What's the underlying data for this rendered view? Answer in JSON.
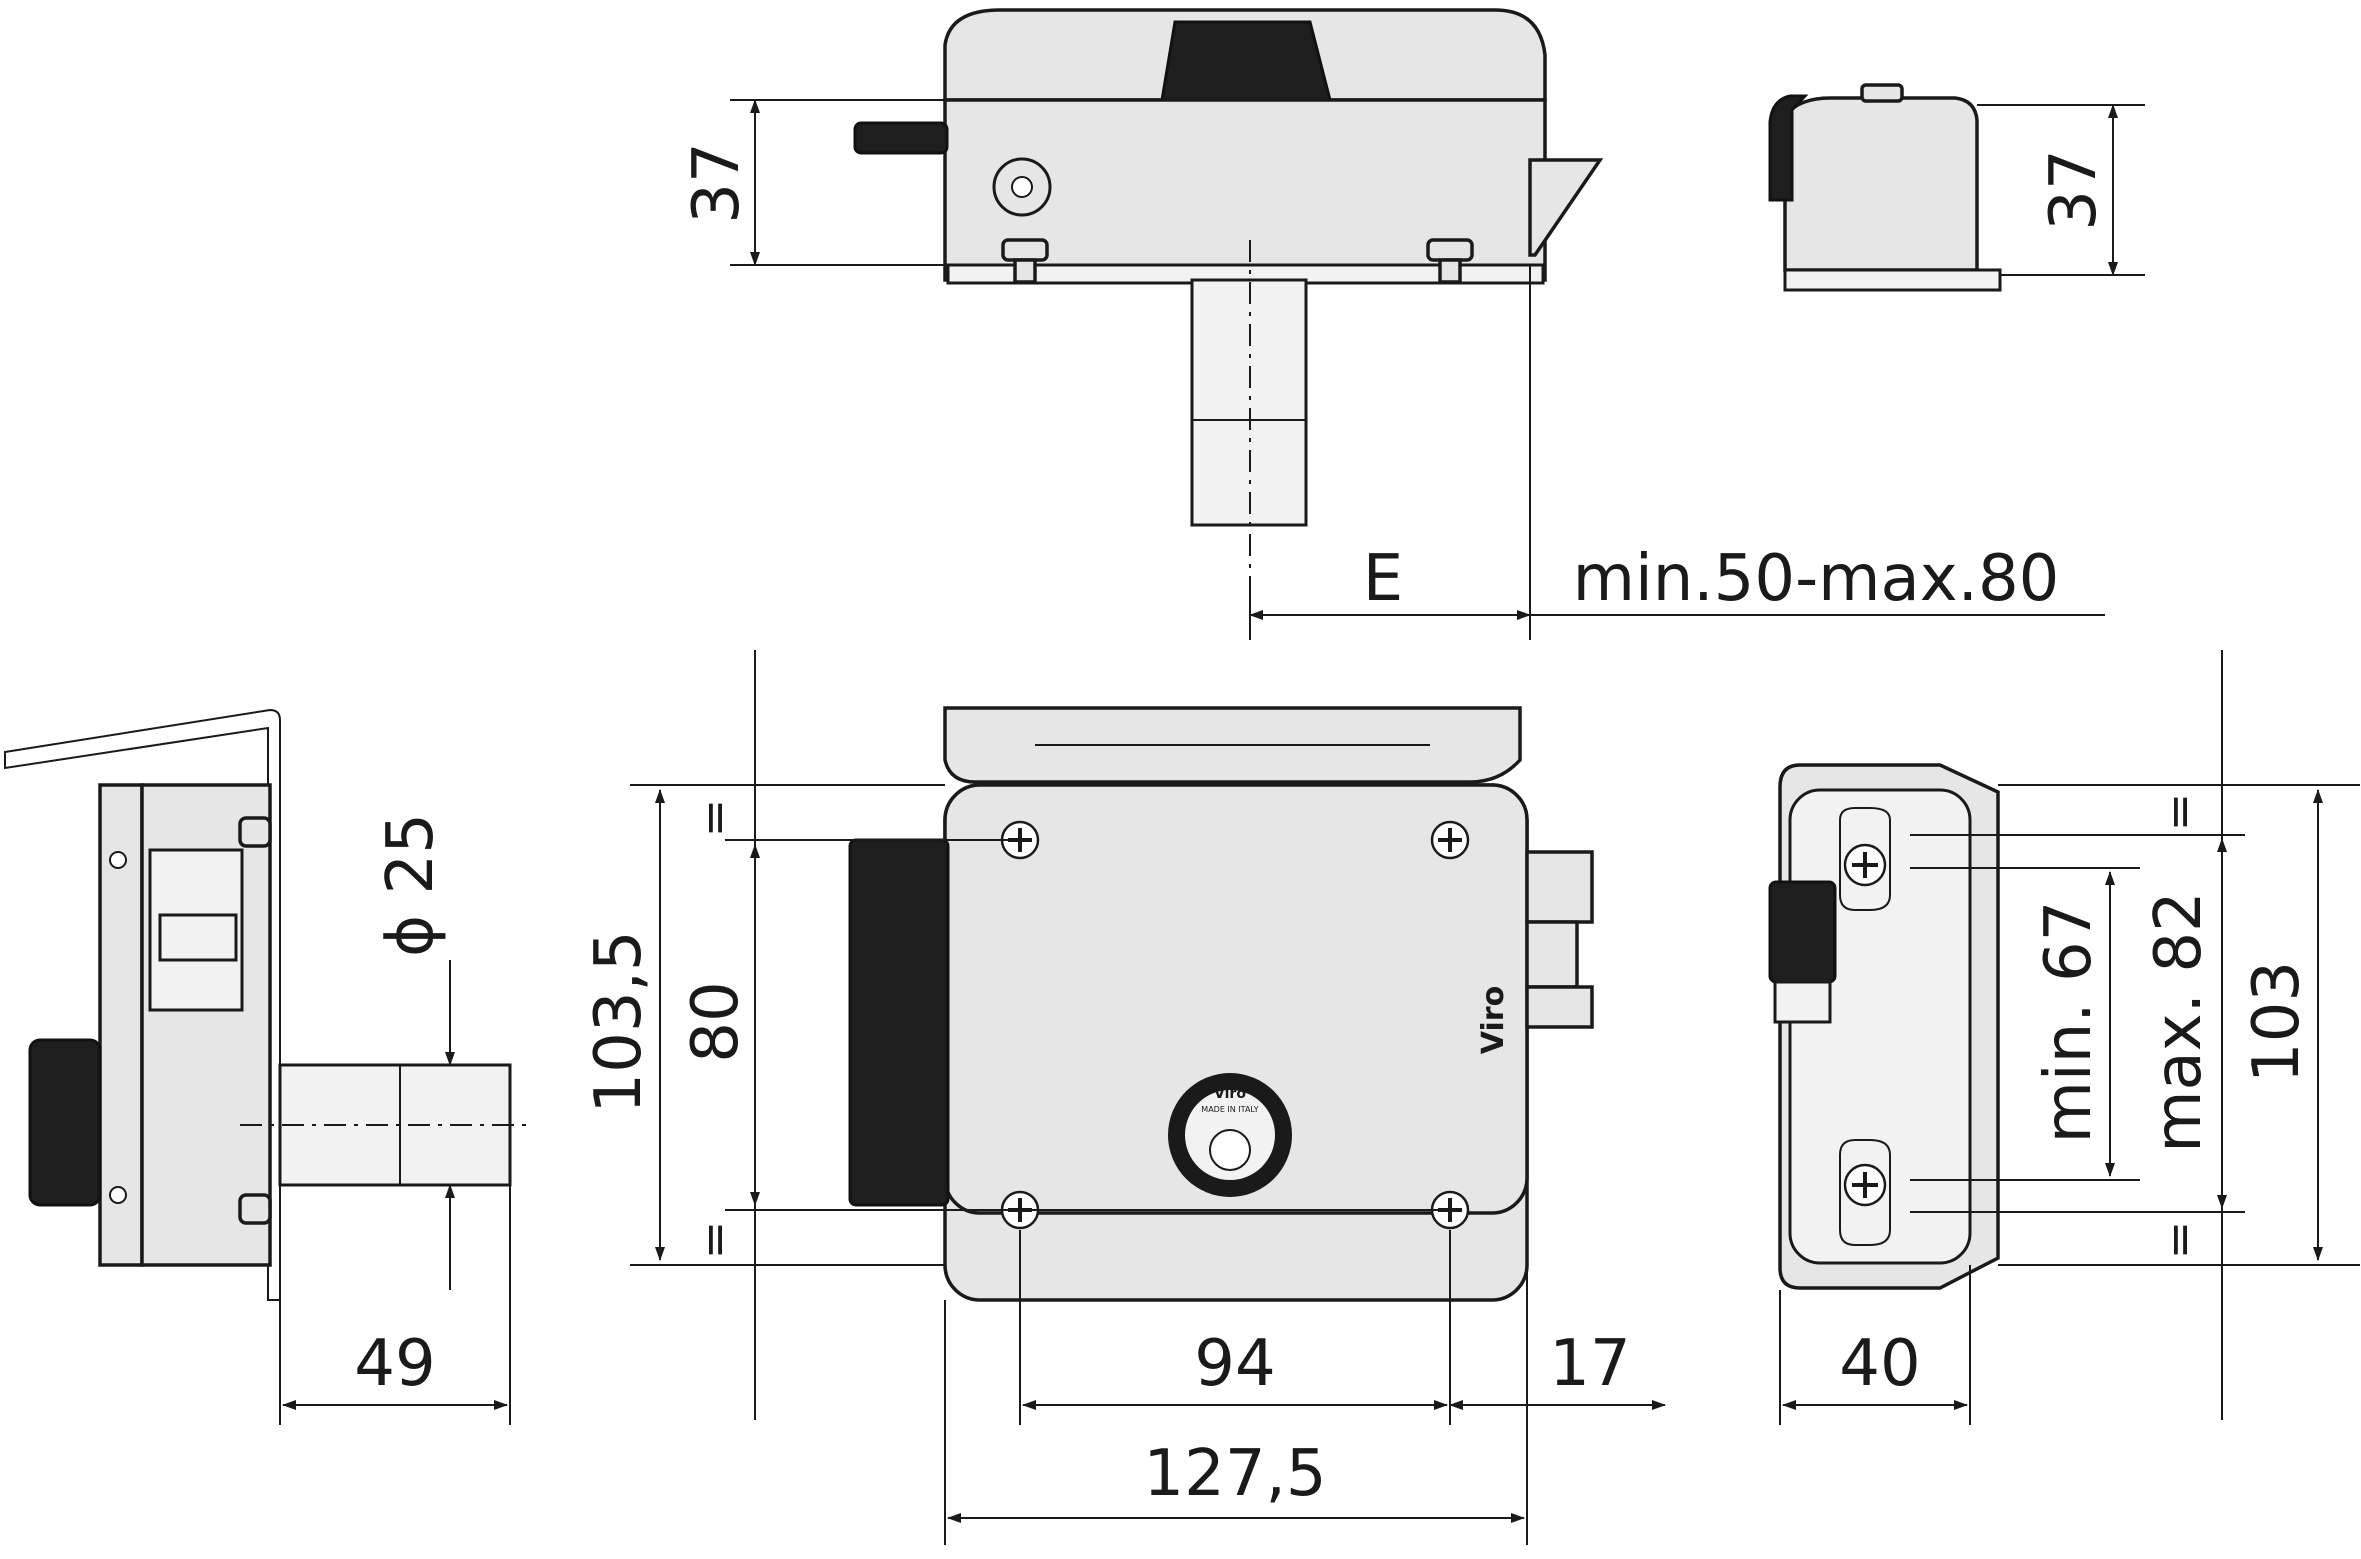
{
  "dimensions": {
    "top_height": "37",
    "e_label": "E",
    "e_range": "min.50-max.80",
    "right_top_height": "37",
    "bolt_diameter": "ϕ 25",
    "side_depth": "49",
    "overall_height": "103,5",
    "screw_spacing_v": "80",
    "screw_spacing_h": "94",
    "bolt_projection": "17",
    "overall_width": "127,5",
    "keeper_width": "40",
    "keeper_min": "min. 67",
    "keeper_max": "max. 82",
    "keeper_height": "103"
  },
  "equal_marks": [
    "=",
    "=",
    "=",
    "="
  ],
  "logo": {
    "brand": "Viro",
    "made_in": "MADE IN ITALY"
  }
}
